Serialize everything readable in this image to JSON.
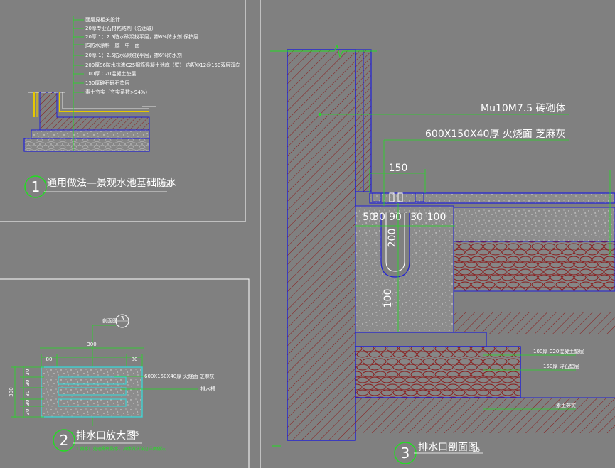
{
  "colors": {
    "background": "#808080",
    "frame": "#ffffff",
    "outline_blue": "#1f1fd8",
    "leader_green": "#22dd22",
    "hatch": "#8a1a1a",
    "yellow": "#e6c800",
    "cyan": "#3fd0d0"
  },
  "detail1": {
    "notes": [
      "面层見相关設计",
      "20厚专业石材粘结剂（防泛碱）",
      "20厚 1：2.5防水砂浆找平层，掺6%防水剂    保护层",
      "JS防水涂料一底一中一面",
      "20厚 1：2.5防水砂浆找平层，掺6%防水剂",
      "200厚S6防水抗渗C25钢筋混凝土池底（壁）  内配Ф12@150双层双向",
      "100厚 C20混凝土垫层",
      "150厚碎石砾石垫层",
      "素土夯实（夯实系数>94%）"
    ],
    "number": "1",
    "title": "通用做法—景观水池基础防水",
    "scale": "120"
  },
  "detail2": {
    "ref_label": "剖面图",
    "ref_number": "3",
    "dims_top": [
      "80",
      "300",
      "80"
    ],
    "dims_left": [
      "30",
      "30",
      "30",
      "30",
      "30"
    ],
    "dims_left_total": "390",
    "notes": [
      "600X150X40厚 火烧面 芝麻灰",
      "排水槽"
    ],
    "number": "2",
    "title": "排水口放大图",
    "scale": "15",
    "subnote": "1.排水口处理需做防水，具体做法详见详图做法"
  },
  "detail3": {
    "note_wall": "Mu10M7.5 砖砌体",
    "note_stone": "600X150X40厚 火烧面 芝麻灰",
    "dim_150": "150",
    "dims_row": [
      "50",
      "30",
      "90",
      "30",
      "100"
    ],
    "dim_200": "200",
    "dim_100": "100",
    "notes_right": [
      "100厚 C20混凝土垫层",
      "150厚 碎石垫层",
      "素土夯实"
    ],
    "number": "3",
    "title": "排水口剖面图",
    "scale": "15"
  }
}
